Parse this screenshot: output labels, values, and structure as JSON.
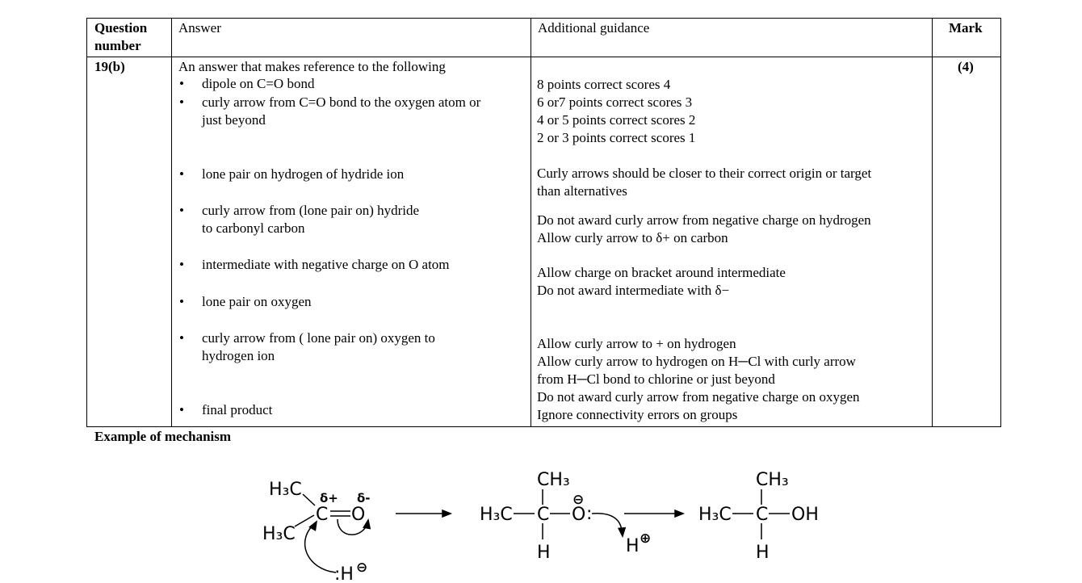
{
  "header": {
    "question_number": "Question number",
    "answer": "Answer",
    "guidance": "Additional guidance",
    "mark": "Mark"
  },
  "row": {
    "question": "19(b)",
    "mark": "(4)",
    "answer_intro": "An answer that makes reference to the following",
    "answer_items": [
      [
        "dipole on C=O bond"
      ],
      [
        "curly arrow from C=O bond to the oxygen atom or",
        "just beyond"
      ],
      [
        "lone pair on hydrogen of hydride ion"
      ],
      [
        "curly arrow from (lone pair on) hydride",
        "to carbonyl carbon"
      ],
      [
        "intermediate with negative charge on O atom"
      ],
      [
        "lone pair on oxygen"
      ],
      [
        "curly arrow from ( lone pair on) oxygen to",
        "hydrogen ion"
      ],
      [
        "final product"
      ]
    ],
    "guidance": [
      "8 points correct scores 4",
      "6 or7 points correct scores 3",
      "4 or 5 points correct scores 2",
      "2 or 3 points correct scores 1",
      "Curly arrows should be closer to their correct origin or target",
      "than alternatives",
      "Do not award curly arrow from negative charge on hydrogen",
      "Allow curly arrow to δ+ on carbon",
      "Allow charge on bracket around intermediate",
      "Do not award intermediate with δ−",
      "Allow curly arrow to + on hydrogen",
      "Allow curly arrow to hydrogen on H─Cl with curly arrow",
      "from H─Cl bond to chlorine or just beyond",
      "Do not award curly arrow from negative charge on oxygen",
      "Ignore connectivity errors on groups"
    ]
  },
  "example_heading": "Example of mechanism",
  "mechanism": {
    "h3c": "H₃C",
    "ch3": "CH₃",
    "c": "C",
    "o": "O",
    "h": "H",
    "oh": "OH",
    "dplus": "δ+",
    "dminus": "δ-",
    "hydride": ":H",
    "minus": "⊖",
    "plus": "⊕"
  }
}
